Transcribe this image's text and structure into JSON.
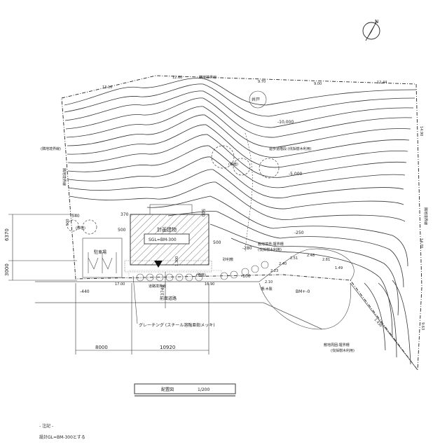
{
  "north": {
    "label": "N"
  },
  "boundary_labels": {
    "top": "隣地境界線",
    "left": "(隣地境界線)",
    "left_lower": "隣地境界線",
    "right": "隣地境界線",
    "road": "道路境界線"
  },
  "edge_dims": {
    "e1": "13.10",
    "e2": "12.60",
    "e3": "9.70",
    "e4": "9.00",
    "e5": "12.44",
    "e6": "14.90",
    "e7": "14.70",
    "e8": "1.430",
    "e9": "9.63",
    "e10": "17.00",
    "e11": "16.90"
  },
  "well": {
    "label": "井戸"
  },
  "levels": {
    "l1": "-10,000",
    "l2": "-5,000",
    "l3": "-250",
    "l4": "-280",
    "l5": "-100",
    "l6": "-540",
    "l7": "-440",
    "l8": "BM+-0"
  },
  "notes": {
    "walkway": "遊歩道階段:(伐採樹木利用)",
    "transplant_top": "(移植)",
    "transplant_left": "(移植)",
    "site_fence": "敷地境界:堰界柵",
    "site_fence_sub": "(伐採樹木利用)",
    "gravel": "砂利敷",
    "wood_steps": "(移植)",
    "fence_wood": "柵:木製",
    "lower_fence": "敷地周囲:堰界柵",
    "lower_fence_sub": "(伐採樹木利用)",
    "grating": "グレーチング (スチール溶融亜鉛メッキ)",
    "front_road": "前面道路"
  },
  "building": {
    "name": "計画建物",
    "gl": "SGL=BM-300"
  },
  "parking": {
    "label": "駐車場"
  },
  "dims": {
    "d6370": "6370",
    "d3000": "3000",
    "d8000": "8000",
    "d10920": "10920",
    "d3740": "3740",
    "d500a": "500",
    "d500b": "500",
    "d500c": "500",
    "d370": "370",
    "d1300": "1,300",
    "d500d": "500"
  },
  "step_labels": [
    "2.10",
    "2.23",
    "2.40",
    "2.51",
    "2.48",
    "2.81",
    "1.49"
  ],
  "title_block": {
    "title": "配置図",
    "scale": "1/200"
  },
  "footnote": {
    "heading": "- 注記 -",
    "text": "設計GL=BM-300とする"
  }
}
